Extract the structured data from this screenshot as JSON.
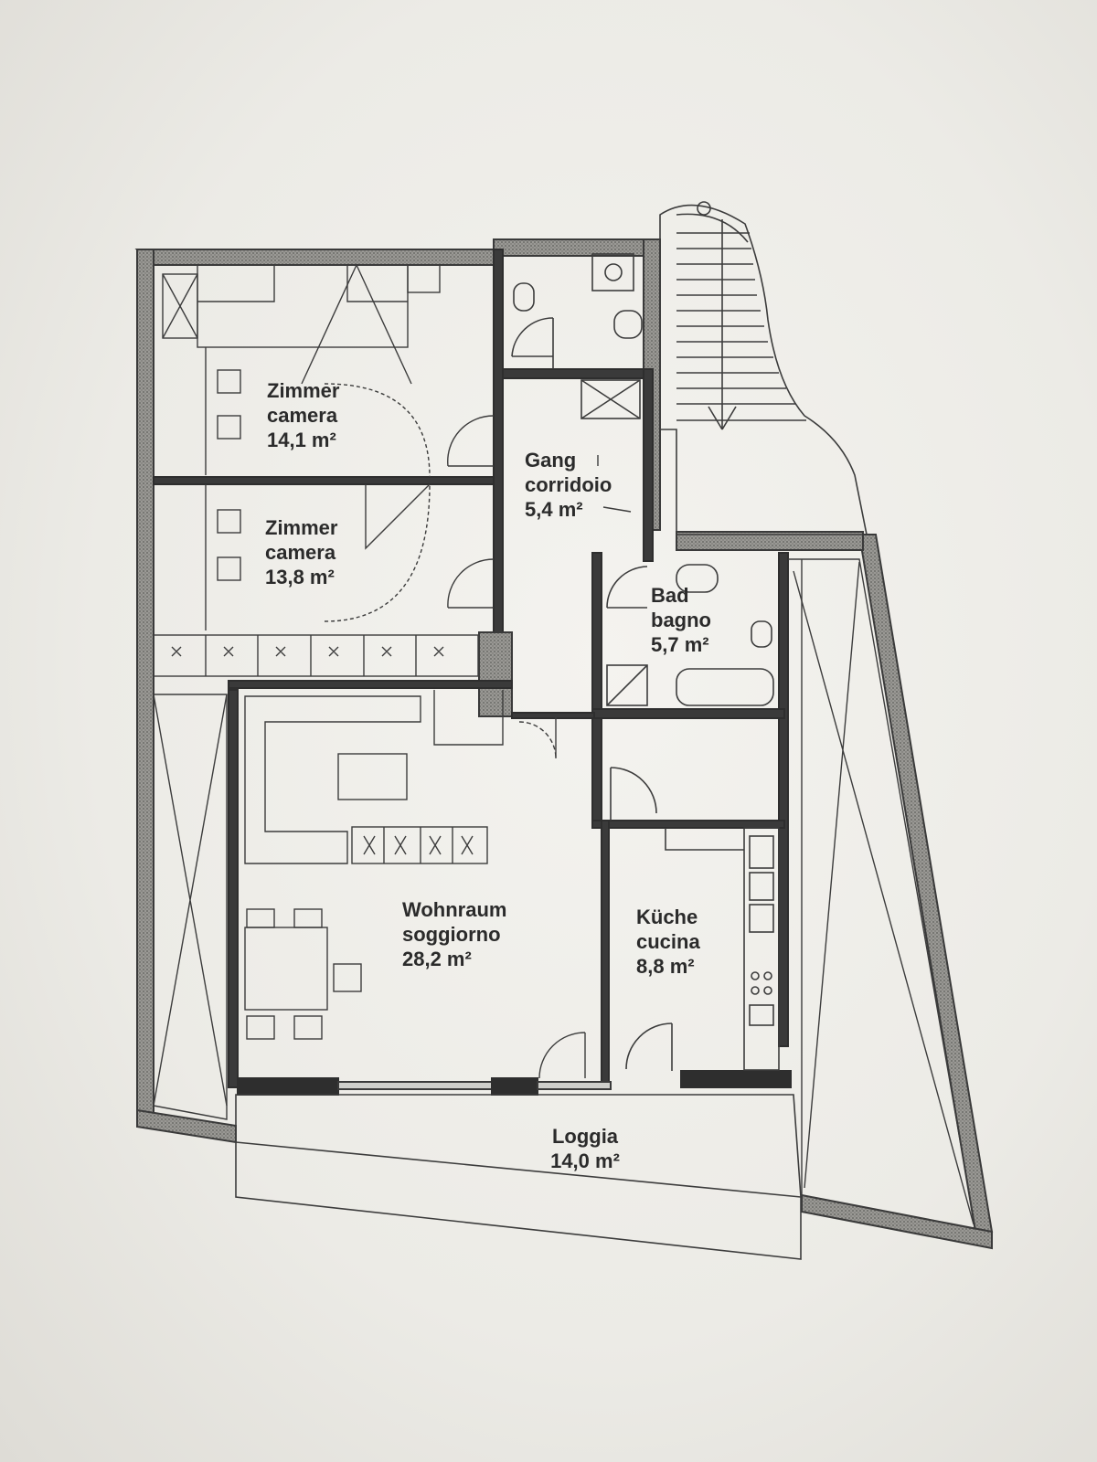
{
  "rooms": [
    {
      "id": "zimmer1",
      "name_de": "Zimmer",
      "name_it": "camera",
      "area": "14,1 m²"
    },
    {
      "id": "zimmer2",
      "name_de": "Zimmer",
      "name_it": "camera",
      "area": "13,8 m²"
    },
    {
      "id": "gang",
      "name_de": "Gang",
      "name_it": "corridoio",
      "area": "5,4 m²"
    },
    {
      "id": "bad",
      "name_de": "Bad",
      "name_it": "bagno",
      "area": "5,7 m²"
    },
    {
      "id": "wohnraum",
      "name_de": "Wohnraum",
      "name_it": "soggiorno",
      "area": "28,2 m²"
    },
    {
      "id": "kueche",
      "name_de": "Küche",
      "name_it": "cucina",
      "area": "8,8 m²"
    },
    {
      "id": "loggia",
      "name_de": "Loggia",
      "area": "14,0 m²"
    }
  ],
  "colors": {
    "wall_fill": "#8a8a86",
    "wall_stroke": "#3a3a3a",
    "line": "#3c3c3c",
    "label": "#2b2b2b",
    "paper": "#ecebe6"
  }
}
